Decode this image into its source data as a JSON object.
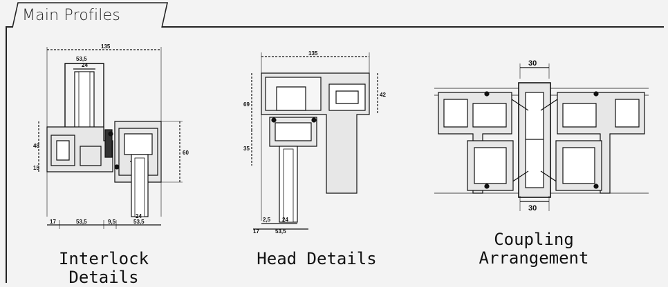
{
  "section": {
    "title": "Main Profiles"
  },
  "interlock": {
    "caption": "Interlock Details",
    "dims": {
      "top": "135",
      "width_a": "53,5",
      "width_b": "24",
      "h1": "48",
      "h2": "15",
      "h3": "60",
      "b1": "17",
      "b2": "53,5",
      "b3": "9,5",
      "b4": "24",
      "b5": "53,5"
    }
  },
  "head": {
    "caption": "Head Details",
    "dims": {
      "top": "135",
      "right": "42",
      "h1": "69",
      "h2": "35",
      "b1": "2,5",
      "b2": "24",
      "b3": "17",
      "b4": "53,5"
    }
  },
  "coupling": {
    "caption_line1": "Coupling",
    "caption_line2": "Arrangement",
    "dims": {
      "top": "30",
      "bottom": "30"
    }
  }
}
